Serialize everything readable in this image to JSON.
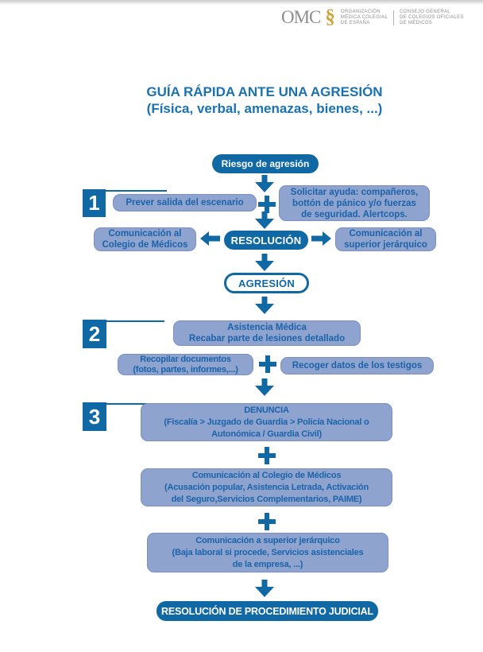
{
  "header": {
    "logo_text": "OMC",
    "logo_symbol": "§",
    "org_left_lines": [
      "ORGANIZACIÓN",
      "MÉDICA COLEGIAL",
      "DE ESPAÑA"
    ],
    "org_right_lines": [
      "CONSEJO GENERAL",
      "DE COLEGIOS OFICIALES",
      "DE MÉDICOS"
    ]
  },
  "title": {
    "line1": "GUÍA RÁPIDA ANTE UNA AGRESIÓN",
    "line2": "(Física, verbal, amenazas, bienes, ...)"
  },
  "colors": {
    "primary_blue": "#1068a5",
    "light_node_fill": "#8ea3ce",
    "light_node_border": "#7b90c0",
    "node_text_blue": "#1a63ab",
    "title_blue": "#1b72b0",
    "logo_gray": "#8d8d8d",
    "logo_gold": "#d1a33c"
  },
  "flow": {
    "riesgo": "Riesgo de agresión",
    "step1": {
      "number": "1",
      "prever": "Prever salida del escenario",
      "solicitar_lines": [
        "Solicitar ayuda: compañeros,",
        "bottón de pánico y/o fuerzas",
        "de seguridad. Alertcops."
      ]
    },
    "resolucion_row": {
      "left_lines": [
        "Comunicación al",
        "Colegio de Médicos"
      ],
      "center": "RESOLUCIÓN",
      "right_lines": [
        "Comunicación al",
        "superior jerárquico"
      ]
    },
    "agresion": "AGRESIÓN",
    "step2": {
      "number": "2",
      "asistencia_lines": [
        "Asistencia Médica",
        "Recabar parte de lesiones detallado"
      ],
      "recopilar_lines": [
        "Recopilar documentos",
        "(fotos, partes, informes,...)"
      ],
      "recoger": "Recoger datos de los testigos"
    },
    "step3": {
      "number": "3",
      "denuncia_lines": [
        "DENUNCIA",
        "(Fiscalía > Juzgado de Guardia > Policía Nacional o",
        "Autonómica / Guardia Civil)"
      ],
      "colegio_lines": [
        "Comunicación al Colegio de Médicos",
        "(Acusación popular, Asistencia Letrada, Activación",
        "del Seguro,Servicios Complementarios, PAIME)"
      ],
      "superior_lines": [
        "Comunicación a superior jerárquico",
        "(Baja laboral si procede, Servicios asistenciales",
        "de la empresa, ...)"
      ]
    },
    "final": "RESOLUCIÓN DE PROCEDIMIENTO JUDICIAL"
  }
}
